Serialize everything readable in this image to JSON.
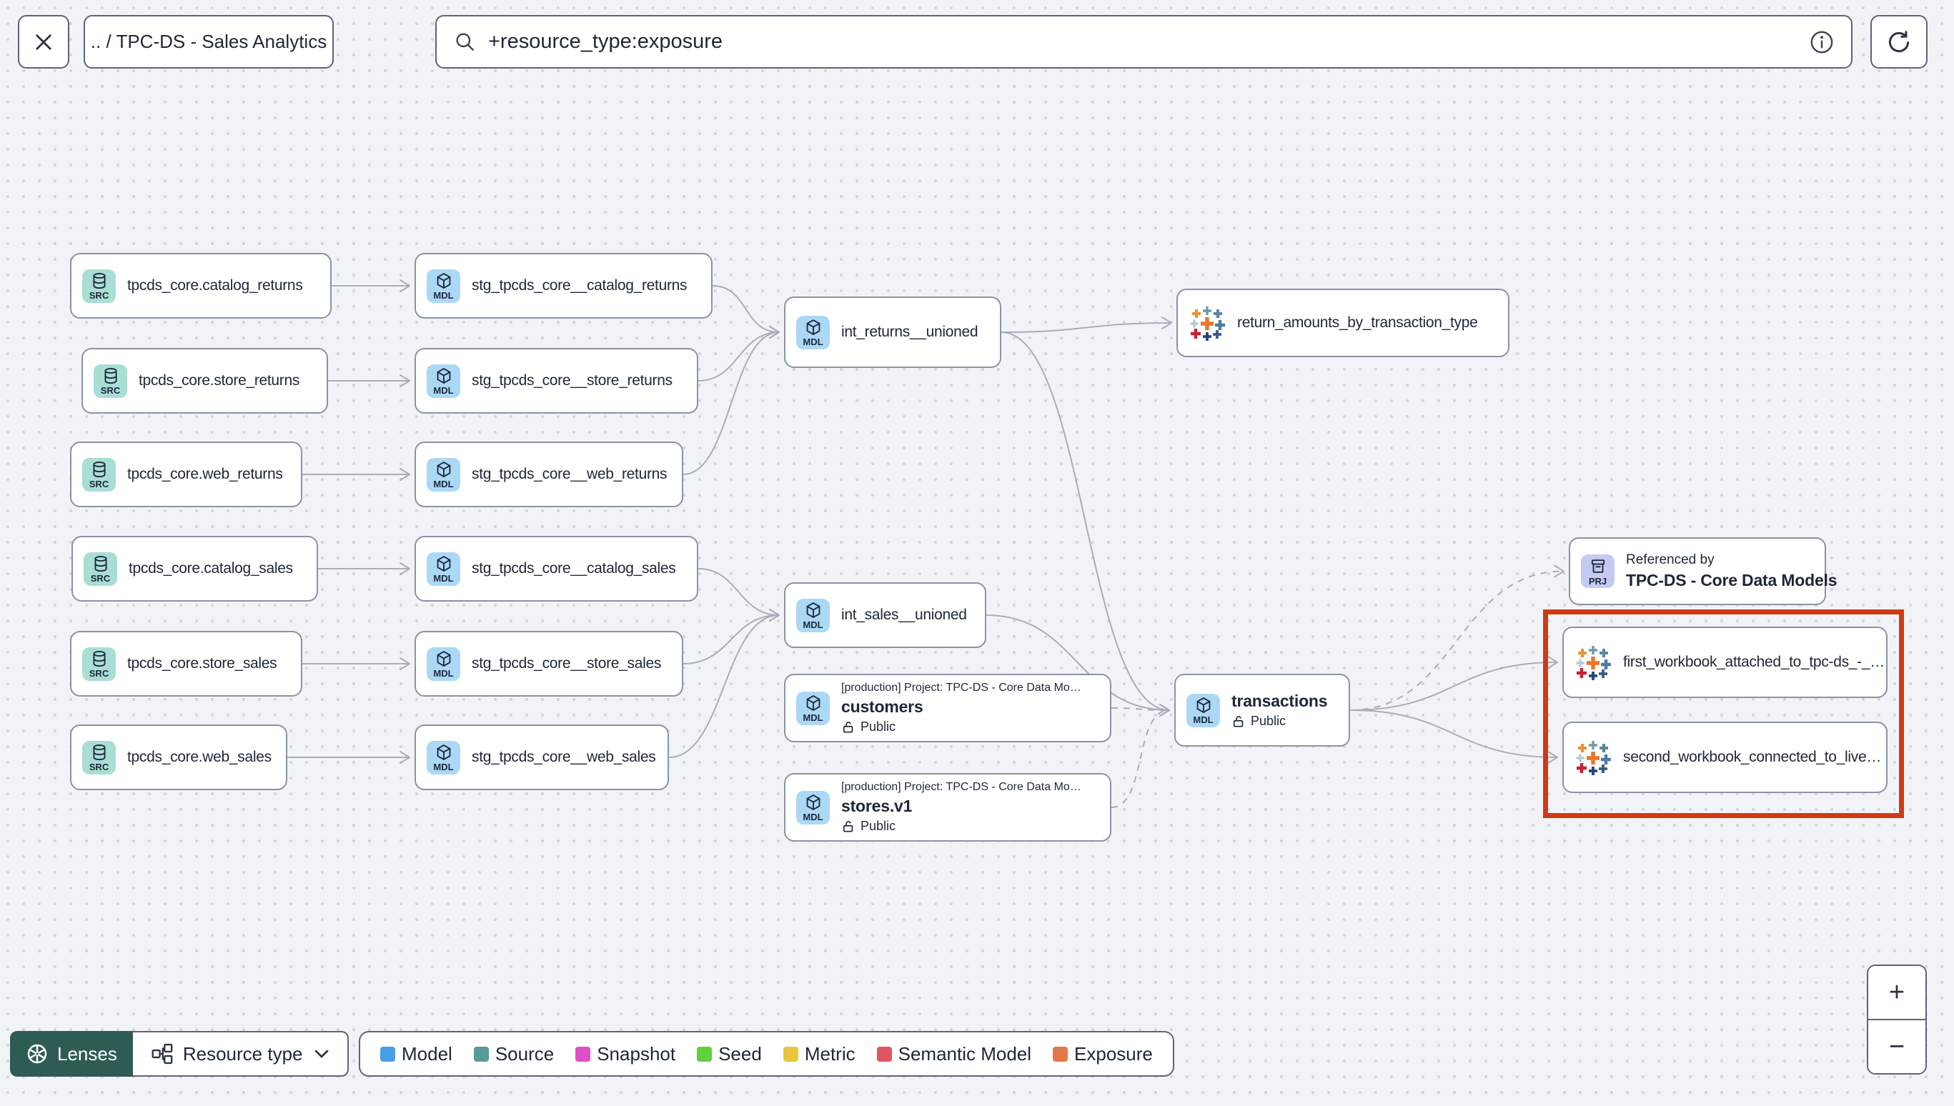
{
  "toolbar": {
    "breadcrumb": ".. / TPC-DS - Sales Analytics",
    "search_value": "+resource_type:exposure"
  },
  "graph": {
    "badge_labels": {
      "source": "SRC",
      "model": "MDL",
      "project": "PRJ"
    },
    "highlight_color": "#ce3a17",
    "nodes": [
      {
        "id": "src_catalog_returns",
        "type": "source",
        "label": "tpcds_core.catalog_returns"
      },
      {
        "id": "src_store_returns",
        "type": "source",
        "label": "tpcds_core.store_returns"
      },
      {
        "id": "src_web_returns",
        "type": "source",
        "label": "tpcds_core.web_returns"
      },
      {
        "id": "src_catalog_sales",
        "type": "source",
        "label": "tpcds_core.catalog_sales"
      },
      {
        "id": "src_store_sales",
        "type": "source",
        "label": "tpcds_core.store_sales"
      },
      {
        "id": "src_web_sales",
        "type": "source",
        "label": "tpcds_core.web_sales"
      },
      {
        "id": "stg_catalog_returns",
        "type": "model",
        "label": "stg_tpcds_core__catalog_returns"
      },
      {
        "id": "stg_store_returns",
        "type": "model",
        "label": "stg_tpcds_core__store_returns"
      },
      {
        "id": "stg_web_returns",
        "type": "model",
        "label": "stg_tpcds_core__web_returns"
      },
      {
        "id": "stg_catalog_sales",
        "type": "model",
        "label": "stg_tpcds_core__catalog_sales"
      },
      {
        "id": "stg_store_sales",
        "type": "model",
        "label": "stg_tpcds_core__store_sales"
      },
      {
        "id": "stg_web_sales",
        "type": "model",
        "label": "stg_tpcds_core__web_sales"
      },
      {
        "id": "int_returns",
        "type": "model",
        "label": "int_returns__unioned"
      },
      {
        "id": "int_sales",
        "type": "model",
        "label": "int_sales__unioned"
      },
      {
        "id": "exp_return_amounts",
        "type": "exposure",
        "label": "return_amounts_by_transaction_type"
      },
      {
        "id": "customers",
        "type": "model",
        "meta": "[production] Project: TPC-DS - Core Data Mo…",
        "label": "customers",
        "access": "Public"
      },
      {
        "id": "stores",
        "type": "model",
        "meta": "[production] Project: TPC-DS - Core Data Mo…",
        "label": "stores.v1",
        "access": "Public"
      },
      {
        "id": "transactions",
        "type": "model",
        "label": "transactions",
        "access": "Public"
      },
      {
        "id": "prj_ref",
        "type": "project",
        "meta": "Referenced by",
        "label": "TPC-DS - Core Data Models"
      },
      {
        "id": "wb1",
        "type": "exposure",
        "label": "first_workbook_attached_to_tpc-ds_-_…"
      },
      {
        "id": "wb2",
        "type": "exposure",
        "label": "second_workbook_connected_to_live…"
      }
    ],
    "edges": [
      {
        "from": "src_catalog_returns",
        "to": "stg_catalog_returns",
        "style": "solid"
      },
      {
        "from": "src_store_returns",
        "to": "stg_store_returns",
        "style": "solid"
      },
      {
        "from": "src_web_returns",
        "to": "stg_web_returns",
        "style": "solid"
      },
      {
        "from": "src_catalog_sales",
        "to": "stg_catalog_sales",
        "style": "solid"
      },
      {
        "from": "src_store_sales",
        "to": "stg_store_sales",
        "style": "solid"
      },
      {
        "from": "src_web_sales",
        "to": "stg_web_sales",
        "style": "solid"
      },
      {
        "from": "stg_catalog_returns",
        "to": "int_returns",
        "style": "solid"
      },
      {
        "from": "stg_store_returns",
        "to": "int_returns",
        "style": "solid"
      },
      {
        "from": "stg_web_returns",
        "to": "int_returns",
        "style": "solid"
      },
      {
        "from": "stg_catalog_sales",
        "to": "int_sales",
        "style": "solid"
      },
      {
        "from": "stg_store_sales",
        "to": "int_sales",
        "style": "solid"
      },
      {
        "from": "stg_web_sales",
        "to": "int_sales",
        "style": "solid"
      },
      {
        "from": "int_returns",
        "to": "exp_return_amounts",
        "style": "solid"
      },
      {
        "from": "int_returns",
        "to": "transactions",
        "style": "solid"
      },
      {
        "from": "int_sales",
        "to": "transactions",
        "style": "solid"
      },
      {
        "from": "customers",
        "to": "transactions",
        "style": "dashed"
      },
      {
        "from": "stores",
        "to": "transactions",
        "style": "dashed"
      },
      {
        "from": "transactions",
        "to": "prj_ref",
        "style": "dashed"
      },
      {
        "from": "transactions",
        "to": "wb1",
        "style": "solid"
      },
      {
        "from": "transactions",
        "to": "wb2",
        "style": "solid"
      }
    ]
  },
  "legend": {
    "items": [
      {
        "label": "Model",
        "color": "#4a9de8"
      },
      {
        "label": "Source",
        "color": "#579b9b"
      },
      {
        "label": "Snapshot",
        "color": "#df4fc4"
      },
      {
        "label": "Seed",
        "color": "#5ed13d"
      },
      {
        "label": "Metric",
        "color": "#e8c63e"
      },
      {
        "label": "Semantic Model",
        "color": "#e25563"
      },
      {
        "label": "Exposure",
        "color": "#e2794a"
      }
    ]
  },
  "controls": {
    "lenses_label": "Lenses",
    "resource_type_label": "Resource type"
  },
  "zoom_controls": {
    "zoom_in": "+",
    "zoom_out": "−"
  }
}
